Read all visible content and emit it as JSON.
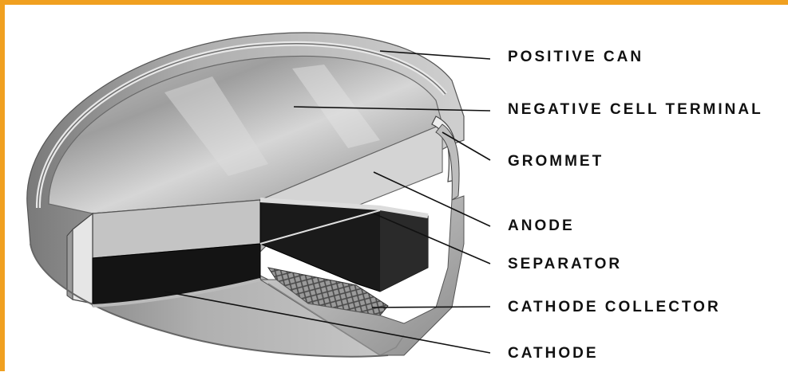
{
  "diagram": {
    "labels": {
      "positive_can": "POSITIVE CAN",
      "negative_cell_terminal": "NEGATIVE CELL TERMINAL",
      "grommet": "GROMMET",
      "anode": "ANODE",
      "separator": "SEPARATOR",
      "cathode_collector": "CATHODE COLLECTOR",
      "cathode": "CATHODE"
    },
    "colors": {
      "frame": "#f0a020",
      "can_metal": "#b8b8b8",
      "cathode": "#151515",
      "anode": "#c8c8c8",
      "label_text": "#111111"
    }
  }
}
